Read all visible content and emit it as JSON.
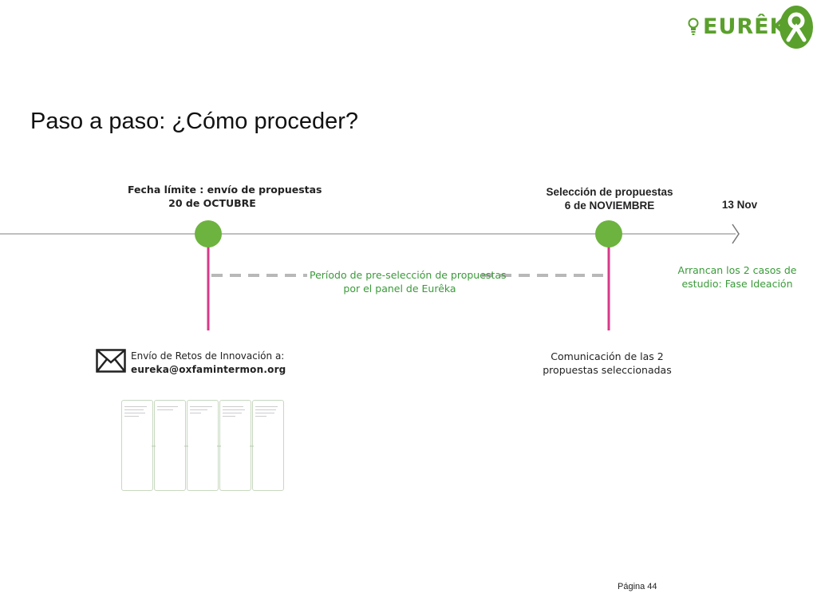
{
  "logo": {
    "text": "EURÊKA",
    "brand_color": "#5aa02c",
    "icons": [
      "lightbulb-icon",
      "oxfam-logo-icon"
    ]
  },
  "title": "Paso a paso:  ¿Cómo proceder?",
  "milestones": [
    {
      "line1": "Fecha límite : envío de propuestas",
      "line2": "20 de OCTUBRE"
    },
    {
      "line1": "Selección de propuestas",
      "line2": "6 de NOVIEMBRE"
    },
    {
      "line1": "13 Nov"
    }
  ],
  "period": {
    "line1": "Período de pre-selección de propuestas",
    "line2": "por el panel de Eurêka"
  },
  "phase": {
    "line1": "Arrancan los 2 casos de",
    "line2": "estudio: Fase Ideación"
  },
  "submission": {
    "line1": "Envío de Retos de Innovación a:",
    "email": "eureka@oxfamintermon.org",
    "icon": "envelope-icon"
  },
  "communication": {
    "line1": "Comunicación de las 2",
    "line2": "propuestas seleccionadas"
  },
  "colors": {
    "node": "#6db33f",
    "connector": "#d9388a",
    "dashes": "#b8b8b8",
    "axis": "#aaaaaa",
    "label_green": "#3a9a3a"
  },
  "page": "Página 44"
}
